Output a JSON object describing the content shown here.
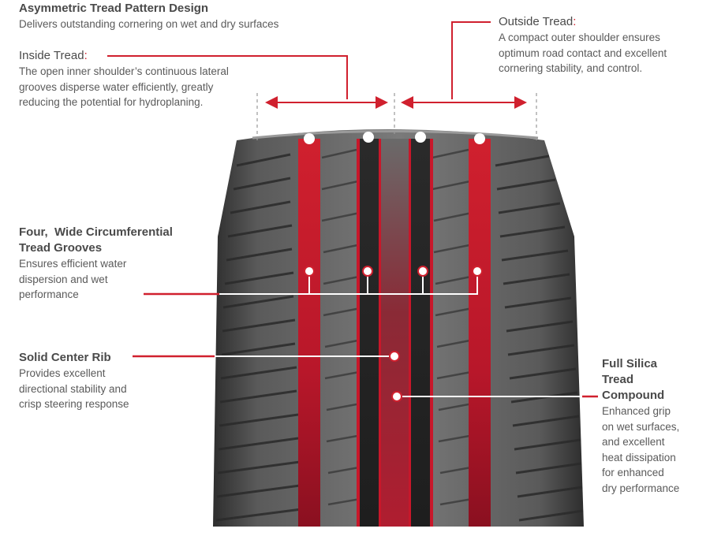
{
  "colors": {
    "accent": "#d0202e",
    "groove_red": "#c8172a",
    "tire_dark": "#3a3a3a",
    "tire_mid": "#6e6e6e",
    "tire_light": "#9a9a9a",
    "heading": "#4a4a4a",
    "body_text": "#5a5a5a"
  },
  "design": {
    "title": "Asymmetric Tread Pattern Design",
    "subtitle": "Delivers outstanding cornering on wet and dry surfaces"
  },
  "inside_tread": {
    "title": "Inside Tread",
    "colon": ":",
    "lines": [
      "The open inner shoulder’s continuous lateral",
      "grooves disperse water efficiently, greatly",
      "reducing the potential for hydroplaning."
    ]
  },
  "outside_tread": {
    "title": "Outside Tread",
    "colon": ":",
    "lines": [
      "A compact outer shoulder ensures",
      "optimum road contact and excellent",
      "cornering stability, and control."
    ]
  },
  "grooves": {
    "title_lines": [
      "Four,  Wide Circumferential",
      "Tread Grooves"
    ],
    "lines": [
      "Ensures efficient water",
      "dispersion and wet",
      "performance"
    ]
  },
  "center_rib": {
    "title": "Solid Center Rib",
    "lines": [
      "Provides excellent",
      "directional stability and",
      "crisp steering response"
    ]
  },
  "silica": {
    "title_lines": [
      "Full Silica",
      "Tread",
      "Compound"
    ],
    "lines": [
      "Enhanced grip",
      "on wet surfaces,",
      "and excellent",
      "heat dissipation",
      "for enhanced",
      "dry performance"
    ]
  }
}
